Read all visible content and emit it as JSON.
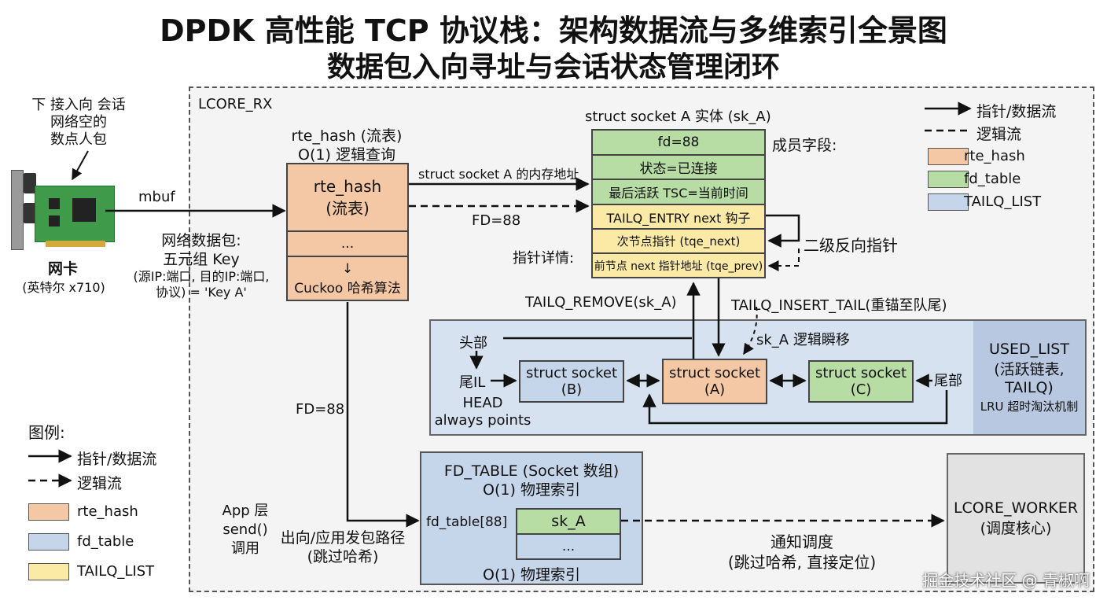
{
  "title": {
    "line1": "DPDK 高性能 TCP 协议栈：架构数据流与多维索引全景图",
    "line2": "数据包入向寻址与会话状态管理闭环"
  },
  "nic": {
    "annotation": [
      "下 接入向 会话",
      "网络空的",
      "数点人包"
    ],
    "label": "网卡",
    "model": "(英特尔 x710)"
  },
  "mbuf_label": "mbuf",
  "packet": {
    "line1": "网络数据包:",
    "line2": "五元组 Key",
    "line3": "(源IP:端口, 目的IP:端口,",
    "line4": "协议) = 'Key A'"
  },
  "lcore_rx": "LCORE_RX",
  "rte_hash": {
    "title1": "rte_hash (流表)",
    "title2": "O(1) 逻辑查询",
    "cell1a": "rte_hash",
    "cell1b": "(流表)",
    "cell2": "...",
    "cell3a": "↓",
    "cell3b": "Cuckoo 哈希算法"
  },
  "arrow_labels": {
    "mem_addr": "struct socket A 的内存地址",
    "fd88_a": "FD=88",
    "fd88_b": "FD=88",
    "ptr_detail": "指针详情:",
    "reverse": "二级反向指针",
    "remove": "TAILQ_REMOVE(sk_A)",
    "insert": "TAILQ_INSERT_TAIL(重锚至队尾)",
    "migrate": "sk_A 逻辑瞬移",
    "notify1": "通知调度",
    "notify2": "(跳过哈希, 直接定位)"
  },
  "socket_a": {
    "title": "struct socket A 实体 (sk_A)",
    "fields_label": "成员字段:",
    "rows": [
      "fd=88",
      "状态=已连接",
      "最后活跃 TSC=当前时间",
      "TAILQ_ENTRY next 钩子",
      "次节点指针 (tqe_next)",
      "前节点 next 指针地址 (tqe_prev)"
    ]
  },
  "legend_top": {
    "solid": "指针/数据流",
    "dashed": "逻辑流",
    "rte_hash": "rte_hash",
    "fd_table": "fd_table",
    "tailq": "TAILQ_LIST"
  },
  "used_list": {
    "head": "头部",
    "tail_il": "尾IL",
    "head_note1": "HEAD",
    "head_note2": "always points",
    "node_b1": "struct socket",
    "node_b2": "(B)",
    "node_a1": "struct socket",
    "node_a2": "(A)",
    "node_c1": "struct socket",
    "node_c2": "(C)",
    "tail": "尾部",
    "side1": "USED_LIST",
    "side2": "(活跃链表,",
    "side3": "TAILQ)",
    "side4": "LRU 超时淘汰机制"
  },
  "app": {
    "line1": "App 层",
    "line2": "send()",
    "line3": "调用",
    "path1": "出向/应用发包路径",
    "path2": "(跳过哈希)"
  },
  "fd_table": {
    "title1": "FD_TABLE (Socket 数组)",
    "title2": "O(1) 物理索引",
    "index": "fd_table[88]",
    "cell1": "sk_A",
    "cell2": "...",
    "footer": "O(1) 物理索引"
  },
  "worker": {
    "line1": "LCORE_WORKER",
    "line2": "(调度核心)"
  },
  "legend_bottom": {
    "title": "图例:",
    "solid": "指针/数据流",
    "dashed": "逻辑流",
    "rte_hash": "rte_hash",
    "fd_table": "fd_table",
    "tailq": "TAILQ_LIST"
  },
  "watermark": "掘金技术社区 @ 青椒啊",
  "colors": {
    "rte_hash": "#f4c7a5",
    "fd_table": "#c6d6ea",
    "tailq": "#fbe9a6",
    "green": "#b7dca4",
    "worker": "#e2e2e2"
  }
}
